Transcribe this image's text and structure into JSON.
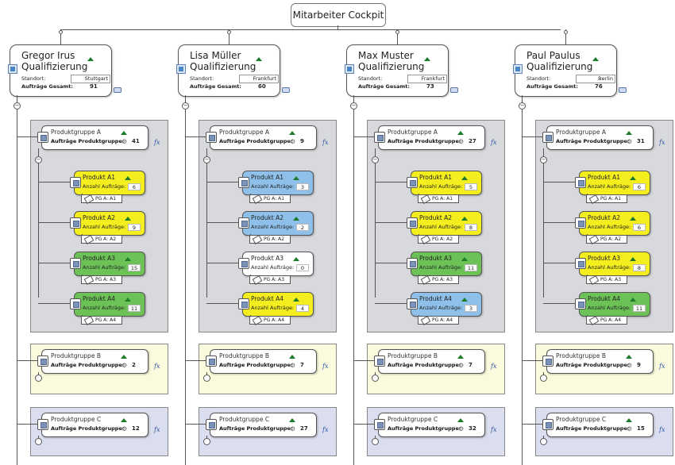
{
  "root": "Mitarbeiter Cockpit",
  "labels": {
    "standort": "Standort:",
    "auftraege_gesamt": "Aufträge Gesamt:",
    "auftraege_pg": "Aufträge Produktgruppe:",
    "anzahl_auftraege": "Anzahl Aufträge:",
    "fx": "fx",
    "minus": "−"
  },
  "employees": [
    {
      "name": "Gregor Irus",
      "subtitle": "Qualifizierung",
      "standort": "Stuttgart",
      "gesamt": "91",
      "groups": [
        {
          "name": "Produktgruppe A",
          "value": "41",
          "products": [
            {
              "name": "Produkt A1",
              "value": "6",
              "tag": "PG A: A1",
              "color": "#f5ee1e"
            },
            {
              "name": "Produkt A2",
              "value": "9",
              "tag": "PG A: A2",
              "color": "#f5ee1e"
            },
            {
              "name": "Produkt A3",
              "value": "15",
              "tag": "PG A: A3",
              "color": "#6cc257"
            },
            {
              "name": "Produkt A4",
              "value": "11",
              "tag": "PG A: A4",
              "color": "#6cc257"
            }
          ]
        },
        {
          "name": "Produktgruppe B",
          "value": "2"
        },
        {
          "name": "Produktgruppe C",
          "value": "12"
        }
      ]
    },
    {
      "name": "Lisa Müller",
      "subtitle": "Qualifizierung",
      "standort": "Frankfurt",
      "gesamt": "60",
      "groups": [
        {
          "name": "Produktgruppe A",
          "value": "9",
          "products": [
            {
              "name": "Produkt A1",
              "value": "3",
              "tag": "PG A: A1",
              "color": "#8ec0ea"
            },
            {
              "name": "Produkt A2",
              "value": "2",
              "tag": "PG A: A2",
              "color": "#8ec0ea"
            },
            {
              "name": "Produkt A3",
              "value": "0",
              "tag": "PG A: A3",
              "color": "#ffffff"
            },
            {
              "name": "Produkt A4",
              "value": "4",
              "tag": "PG A: A4",
              "color": "#f5ee1e"
            }
          ]
        },
        {
          "name": "Produktgruppe B",
          "value": "7"
        },
        {
          "name": "Produktgruppe C",
          "value": "27"
        }
      ]
    },
    {
      "name": "Max Muster",
      "subtitle": "Qualifizierung",
      "standort": "Frankfurt",
      "gesamt": "73",
      "groups": [
        {
          "name": "Produktgruppe A",
          "value": "27",
          "products": [
            {
              "name": "Produkt A1",
              "value": "5",
              "tag": "PG A: A1",
              "color": "#f5ee1e"
            },
            {
              "name": "Produkt A2",
              "value": "8",
              "tag": "PG A: A2",
              "color": "#f5ee1e"
            },
            {
              "name": "Produkt A3",
              "value": "11",
              "tag": "PG A: A3",
              "color": "#6cc257"
            },
            {
              "name": "Produkt A4",
              "value": "3",
              "tag": "PG A: A4",
              "color": "#8ec0ea"
            }
          ]
        },
        {
          "name": "Produktgruppe B",
          "value": "7"
        },
        {
          "name": "Produktgruppe C",
          "value": "32"
        }
      ]
    },
    {
      "name": "Paul Paulus",
      "subtitle": "Qualifizierung",
      "standort": "Berlin",
      "gesamt": "76",
      "groups": [
        {
          "name": "Produktgruppe A",
          "value": "31",
          "products": [
            {
              "name": "Produkt A1",
              "value": "6",
              "tag": "PG A: A1",
              "color": "#f5ee1e"
            },
            {
              "name": "Produkt A2",
              "value": "6",
              "tag": "PG A: A2",
              "color": "#f5ee1e"
            },
            {
              "name": "Produkt A3",
              "value": "8",
              "tag": "PG A: A3",
              "color": "#f5ee1e"
            },
            {
              "name": "Produkt A4",
              "value": "11",
              "tag": "PG A: A4",
              "color": "#6cc257"
            }
          ]
        },
        {
          "name": "Produktgruppe B",
          "value": "9"
        },
        {
          "name": "Produktgruppe C",
          "value": "15"
        }
      ]
    }
  ],
  "colors": {
    "panel_a": "#d8d9dc",
    "panel_b": "#fafadc",
    "panel_c": "#dadeee",
    "line": "#555555",
    "arrow_up": "#1c7c2a"
  }
}
